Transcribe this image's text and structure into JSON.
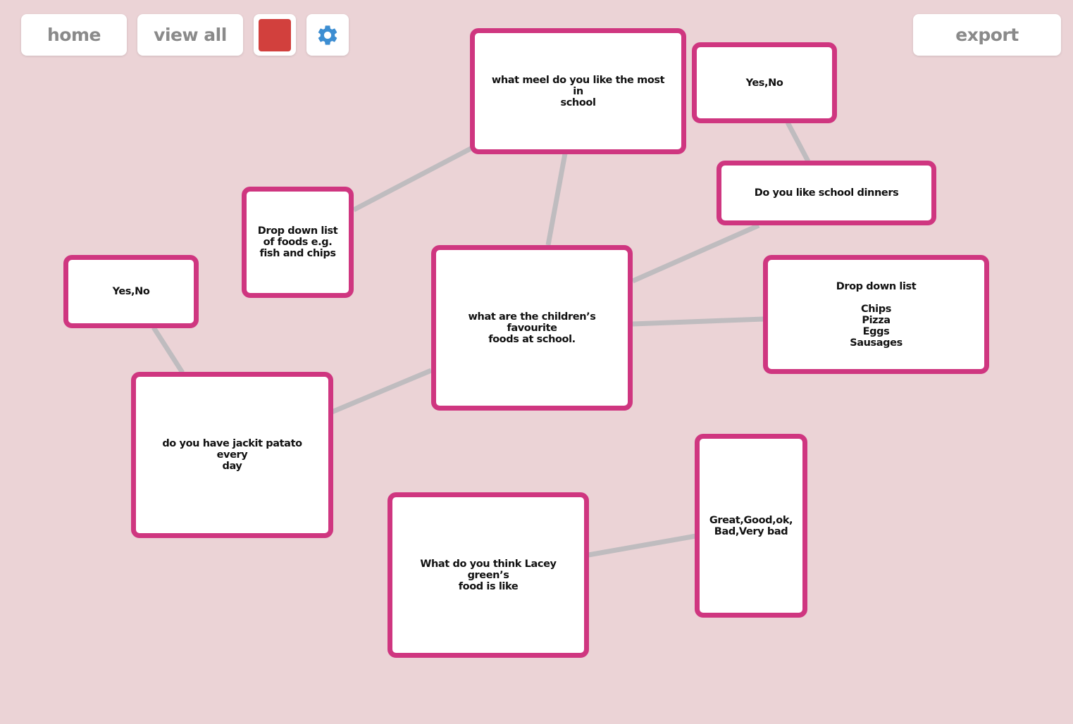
{
  "toolbar": {
    "home_label": "home",
    "view_all_label": "view all",
    "color_swatch": "#d2403d",
    "settings_icon": "gear-icon",
    "settings_icon_color": "#3d8ed2",
    "export_label": "export"
  },
  "theme": {
    "background": "#ebd3d6",
    "node_border": "#cf3680",
    "link_color": "#bfbcbf"
  },
  "nodes": {
    "center": {
      "lines": [
        "what are the children’s favourite",
        "foods at school."
      ]
    },
    "meal_most": {
      "lines": [
        "what meel do you like the most in",
        "school"
      ]
    },
    "dropdown_fish": {
      "lines": [
        "Drop down list",
        "of foods e.g.",
        "fish and chips"
      ]
    },
    "yes_no_top": {
      "lines": [
        "Yes,No"
      ]
    },
    "school_dinners": {
      "lines": [
        "Do you like school dinners"
      ]
    },
    "dropdown_list": {
      "lines": [
        "Drop down list",
        "",
        "Chips",
        "Pizza",
        "Eggs",
        "Sausages"
      ]
    },
    "yes_no_left": {
      "lines": [
        "Yes,No"
      ]
    },
    "jacket_potato": {
      "lines": [
        "do you have jackit patato every",
        "day"
      ]
    },
    "lacey_green": {
      "lines": [
        "What do you think Lacey green’s",
        "food is like"
      ]
    },
    "rating": {
      "lines": [
        "Great,Good,ok,",
        "Bad,Very bad"
      ]
    }
  }
}
